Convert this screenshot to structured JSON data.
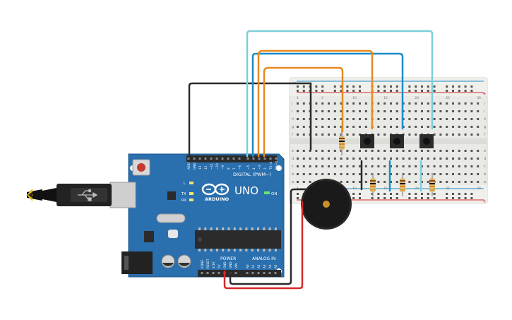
{
  "board": {
    "brand": "ARDUINO",
    "model": "UNO",
    "digital_label": "DIGITAL (PWM~)",
    "power_label": "POWER",
    "analog_label": "ANALOG IN",
    "on_label": "ON",
    "led_l": "L",
    "led_tx": "TX",
    "led_rx": "RX",
    "header_top_labels": [
      "AREF",
      "GND",
      "13",
      "12",
      "~11",
      "~10",
      "~9",
      "8",
      "7",
      "~6",
      "~5",
      "4",
      "~3",
      "2",
      "TX→1",
      "RX←0"
    ],
    "header_bottom_labels": [
      "IOREF",
      "RESET",
      "3.3V",
      "5V",
      "GND",
      "GND",
      "VIN",
      "A0",
      "A1",
      "A2",
      "A3",
      "A4",
      "A5"
    ]
  },
  "breadboard": {
    "rows_top": [
      "j",
      "i",
      "h",
      "g",
      "f"
    ],
    "rows_bottom": [
      "e",
      "d",
      "c",
      "b",
      "a"
    ],
    "columns": [
      "1",
      "5",
      "10",
      "15",
      "20",
      "25",
      "30"
    ]
  },
  "colors": {
    "board": "#2a6fae",
    "wire_black": "#2b2b2b",
    "wire_orange": "#e8891f",
    "wire_blue": "#1a8ec8",
    "wire_cyan": "#7ccfd8",
    "wire_red": "#d62828",
    "breadboard": "#e9e9e6"
  }
}
